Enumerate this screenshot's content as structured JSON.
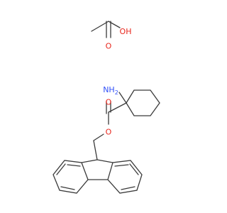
{
  "atoms": {
    "acid_O": "O",
    "acid_OH": "OH",
    "amine": "NH",
    "amine_sub": "2",
    "carbonyl_O": "O",
    "ester_O": "O"
  },
  "colors": {
    "bond": "#3a3a3a",
    "oxygen": "#e8261c",
    "nitrogen": "#3050f8",
    "hydrogen": "#3a3a3a"
  }
}
